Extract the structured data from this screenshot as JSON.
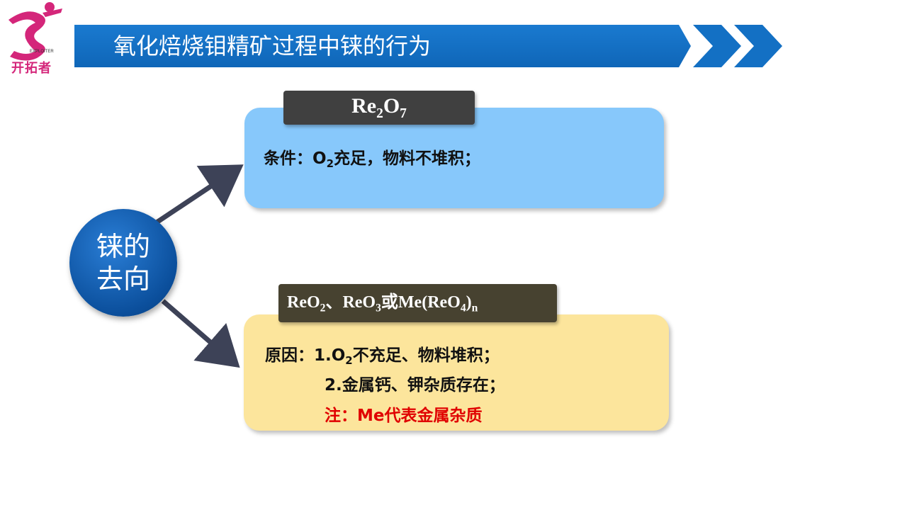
{
  "logo": {
    "text": "开拓者",
    "sub": "EXPLOITER"
  },
  "title": "氧化焙烧钼精矿过程中铼的行为",
  "center": {
    "line1": "铼的",
    "line2": "去向"
  },
  "top_tag": {
    "main1": "Re",
    "sub1": "2",
    "main2": "O",
    "sub2": "7"
  },
  "top_box": {
    "cond_prefix": "条件：O",
    "cond_sub": "2",
    "cond_suffix": "充足，物料不堆积；"
  },
  "bottom_tag": {
    "p1": "ReO",
    "s1": "2",
    "p2": "、ReO",
    "s2": "3",
    "p3": "或Me(ReO",
    "s3": "4",
    "p4": ")",
    "s4": "n"
  },
  "bottom_box": {
    "reason_prefix": "原因：1.O",
    "reason_sub": "2",
    "reason_suffix": "不充足、物料堆积；",
    "reason2": "2.金属钙、钾杂质存在；",
    "note": "注：Me代表金属杂质"
  },
  "colors": {
    "title_bar": "#1370c4",
    "circle": "#0b4f9c",
    "top_box": "#87c8fb",
    "bottom_box": "#fce59c",
    "note_red": "#e00000"
  }
}
